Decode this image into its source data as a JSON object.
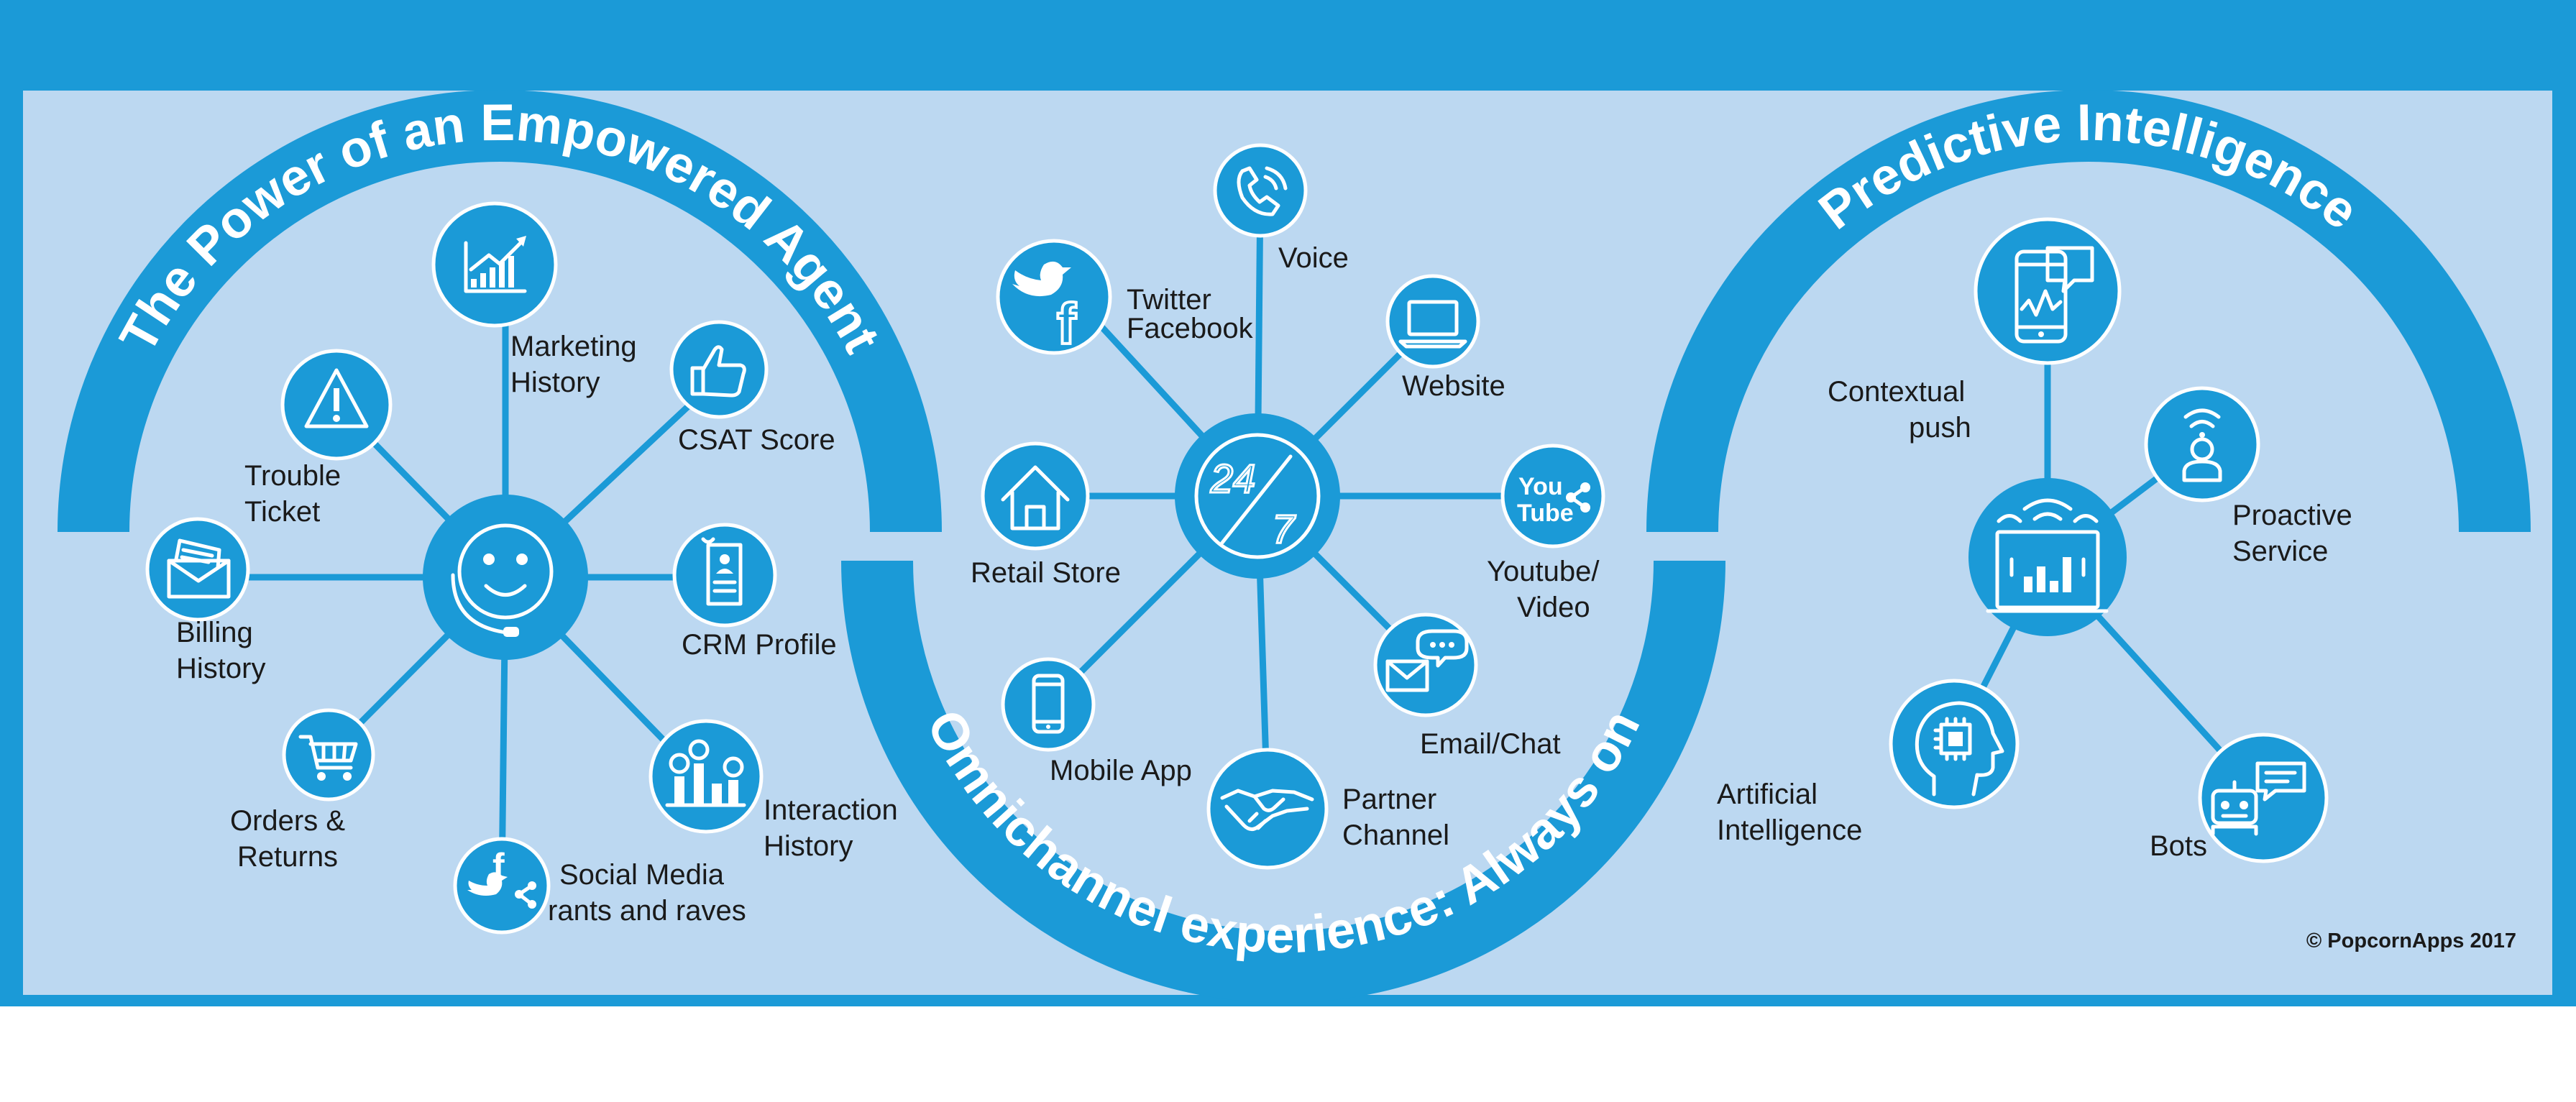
{
  "colors": {
    "frame": "#1b9ad7",
    "panel": "#bcd8f1",
    "accent": "#1b9ad7",
    "text": "#1a1a1a"
  },
  "sections": {
    "left_title": "The Power of an Empowered Agent",
    "middle_title": "Omnichannel experience: Always on",
    "right_title": "Predictive Intelligence"
  },
  "left": {
    "center_icon": "smiley-headset-icon",
    "marketing": [
      "Marketing",
      "History"
    ],
    "csat": [
      "CSAT Score"
    ],
    "trouble": [
      "Trouble",
      "Ticket"
    ],
    "billing": [
      "Billing",
      "History"
    ],
    "crm": [
      "CRM Profile"
    ],
    "orders": [
      "Orders &",
      "Returns"
    ],
    "social": [
      "Social Media",
      "rants and raves"
    ],
    "interaction": [
      "Interaction",
      "History"
    ]
  },
  "middle": {
    "center_icon": "24-7-icon",
    "center_text": [
      "24",
      "7"
    ],
    "voice": [
      "Voice"
    ],
    "twitter": [
      "Twitter",
      "Facebook"
    ],
    "website": [
      "Website"
    ],
    "retail": [
      "Retail Store"
    ],
    "youtube": [
      "Youtube/",
      "Video"
    ],
    "youtube_logo": [
      "You",
      "Tube"
    ],
    "mobile": [
      "Mobile App"
    ],
    "email": [
      "Email/Chat"
    ],
    "partner": [
      "Partner",
      "Channel"
    ]
  },
  "right": {
    "center_icon": "analytics-monitor-icon",
    "contextual": [
      "Contextual",
      "push"
    ],
    "proactive": [
      "Proactive",
      "Service"
    ],
    "ai": [
      "Artificial",
      "Intelligence"
    ],
    "bots": [
      "Bots"
    ]
  },
  "copyright": "© PopcornApps 2017"
}
